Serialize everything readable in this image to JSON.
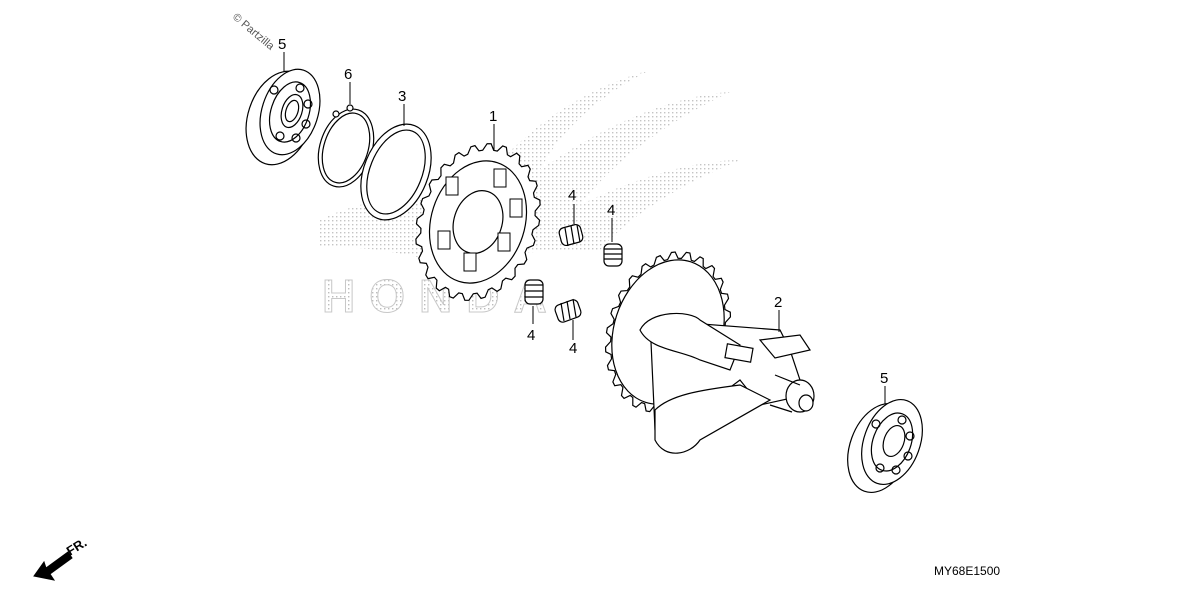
{
  "watermark": {
    "copyright_text": "© Partzilla",
    "brand_text": "HONDA",
    "brand_color": "#c8c8c8"
  },
  "diagram_code": "MY68E1500",
  "direction_marker": {
    "label": "FR.",
    "icon": "front-arrow-icon"
  },
  "callouts": {
    "c1": "1",
    "c2": "2",
    "c3": "3",
    "c4a": "4",
    "c4b": "4",
    "c4c": "4",
    "c4d": "4",
    "c5a": "5",
    "c5b": "5",
    "c6": "6"
  },
  "colors": {
    "line": "#000000",
    "background": "#ffffff",
    "watermark": "#c8c8c8"
  }
}
